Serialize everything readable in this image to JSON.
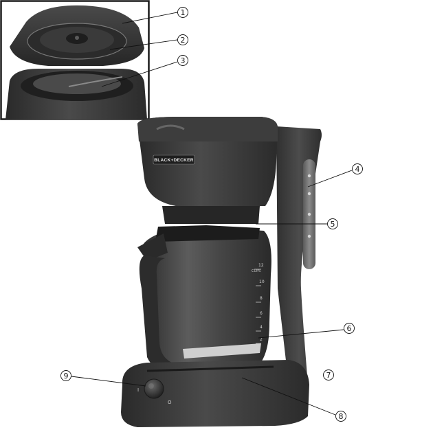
{
  "brand_label": "BLACK+DECKER",
  "callouts": [
    {
      "number": "1"
    },
    {
      "number": "2"
    },
    {
      "number": "3"
    },
    {
      "number": "4"
    },
    {
      "number": "5"
    },
    {
      "number": "6"
    },
    {
      "number": "7"
    },
    {
      "number": "8"
    },
    {
      "number": "9"
    }
  ],
  "carafe_markings": [
    "12",
    "10",
    "8",
    "6",
    "4",
    "2"
  ],
  "carafe_cups_label": "CUPS",
  "colors": {
    "body": "#3b3b3b",
    "body_dark": "#252525",
    "body_light": "#555555",
    "glass": "#4a4a4a",
    "frame_border": "#1a1a1a"
  }
}
